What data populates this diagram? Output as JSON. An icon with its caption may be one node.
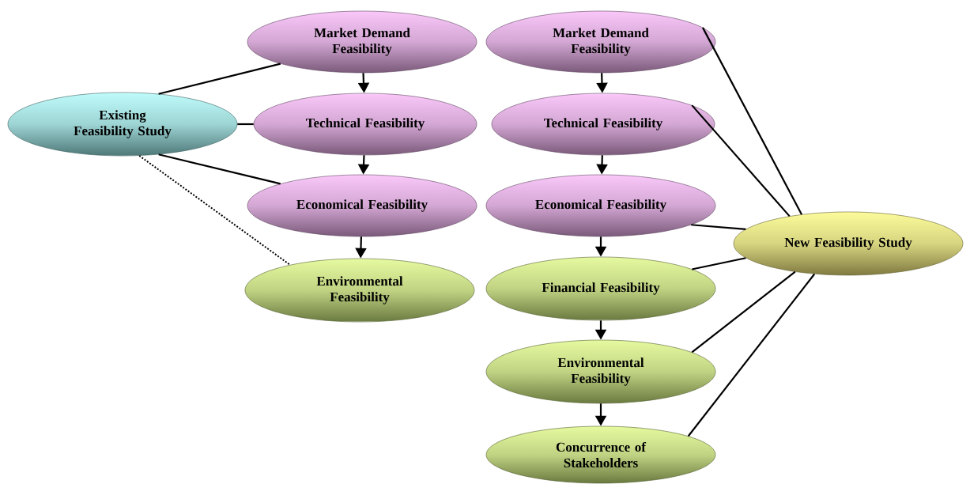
{
  "diagram": {
    "nodes": [
      {
        "text": [
          "Existing Feasibility Study"
        ]
      },
      {
        "text": [
          "Market Demand Feasibility"
        ]
      },
      {
        "text": [
          "Technical Feasibility"
        ]
      },
      {
        "text": [
          "Economical Feasibility"
        ]
      },
      {
        "text": [
          "Environmental Feasibility"
        ]
      },
      {
        "text": [
          "Market Demand Feasibility"
        ]
      },
      {
        "text": [
          "Technical Feasibility"
        ]
      },
      {
        "text": [
          "Economical Feasibility"
        ]
      },
      {
        "text": [
          "Financial Feasibility"
        ]
      },
      {
        "text": [
          "Environmental Feasibility"
        ]
      },
      {
        "text": [
          "Concurrence of Stakeholders"
        ]
      },
      {
        "text": [
          "New Feasibility Study"
        ]
      }
    ],
    "edges": [
      {
        "from": 0,
        "to": 1,
        "arrow": "none"
      },
      {
        "from": 0,
        "to": 2,
        "arrow": "none"
      },
      {
        "from": 0,
        "to": 3,
        "arrow": "none"
      },
      {
        "from": 0,
        "to": 4,
        "arrow": "none",
        "style": "dashed"
      },
      {
        "from": 1,
        "to": 2,
        "arrow": "to"
      },
      {
        "from": 2,
        "to": 3,
        "arrow": "to"
      },
      {
        "from": 3,
        "to": 4,
        "arrow": "to"
      },
      {
        "from": 5,
        "to": 6,
        "arrow": "to"
      },
      {
        "from": 6,
        "to": 7,
        "arrow": "to"
      },
      {
        "from": 7,
        "to": 8,
        "arrow": "to"
      },
      {
        "from": 8,
        "to": 9,
        "arrow": "to"
      },
      {
        "from": 9,
        "to": 10,
        "arrow": "to"
      },
      {
        "from": 11,
        "to": 5,
        "arrow": "none"
      },
      {
        "from": 11,
        "to": 6,
        "arrow": "none"
      },
      {
        "from": 11,
        "to": 7,
        "arrow": "none"
      },
      {
        "from": 11,
        "to": 8,
        "arrow": "none"
      },
      {
        "from": 11,
        "to": 9,
        "arrow": "none"
      },
      {
        "from": 11,
        "to": 10,
        "arrow": "none"
      }
    ]
  }
}
